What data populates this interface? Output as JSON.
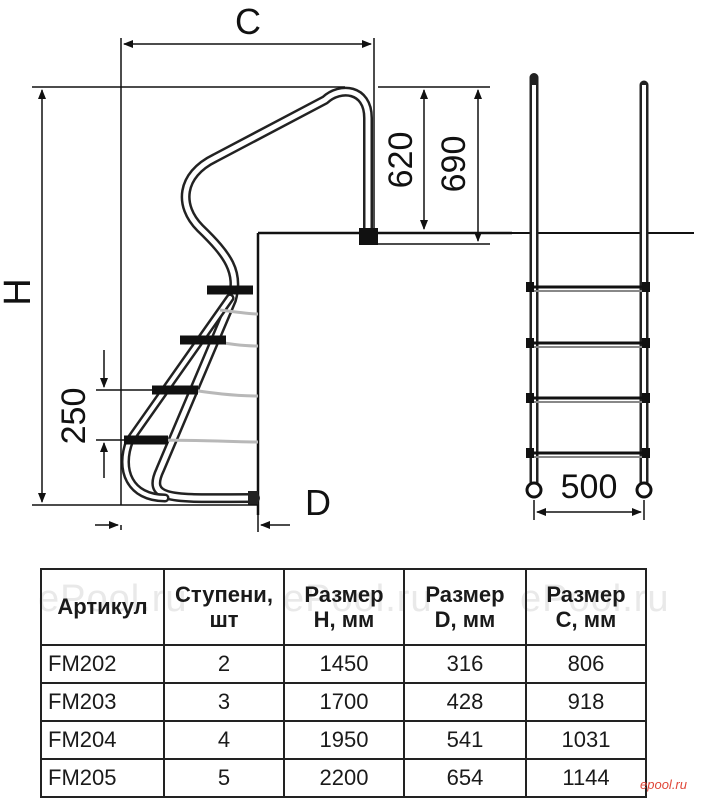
{
  "dimensions": {
    "c": "C",
    "h": "H",
    "d": "D",
    "v620": "620",
    "v690": "690",
    "v250": "250",
    "v500": "500"
  },
  "watermark": "ePool.ru",
  "logo": "epool.ru",
  "table": {
    "headers": [
      [
        "Артикул"
      ],
      [
        "Ступени,",
        "шт"
      ],
      [
        "Размер",
        "H, мм"
      ],
      [
        "Размер",
        "D, мм"
      ],
      [
        "Размер",
        "C, мм"
      ]
    ],
    "rows": [
      [
        "FM202",
        "2",
        "1450",
        "316",
        "806"
      ],
      [
        "FM203",
        "3",
        "1700",
        "428",
        "918"
      ],
      [
        "FM204",
        "4",
        "1950",
        "541",
        "1031"
      ],
      [
        "FM205",
        "5",
        "2200",
        "654",
        "1144"
      ]
    ]
  }
}
